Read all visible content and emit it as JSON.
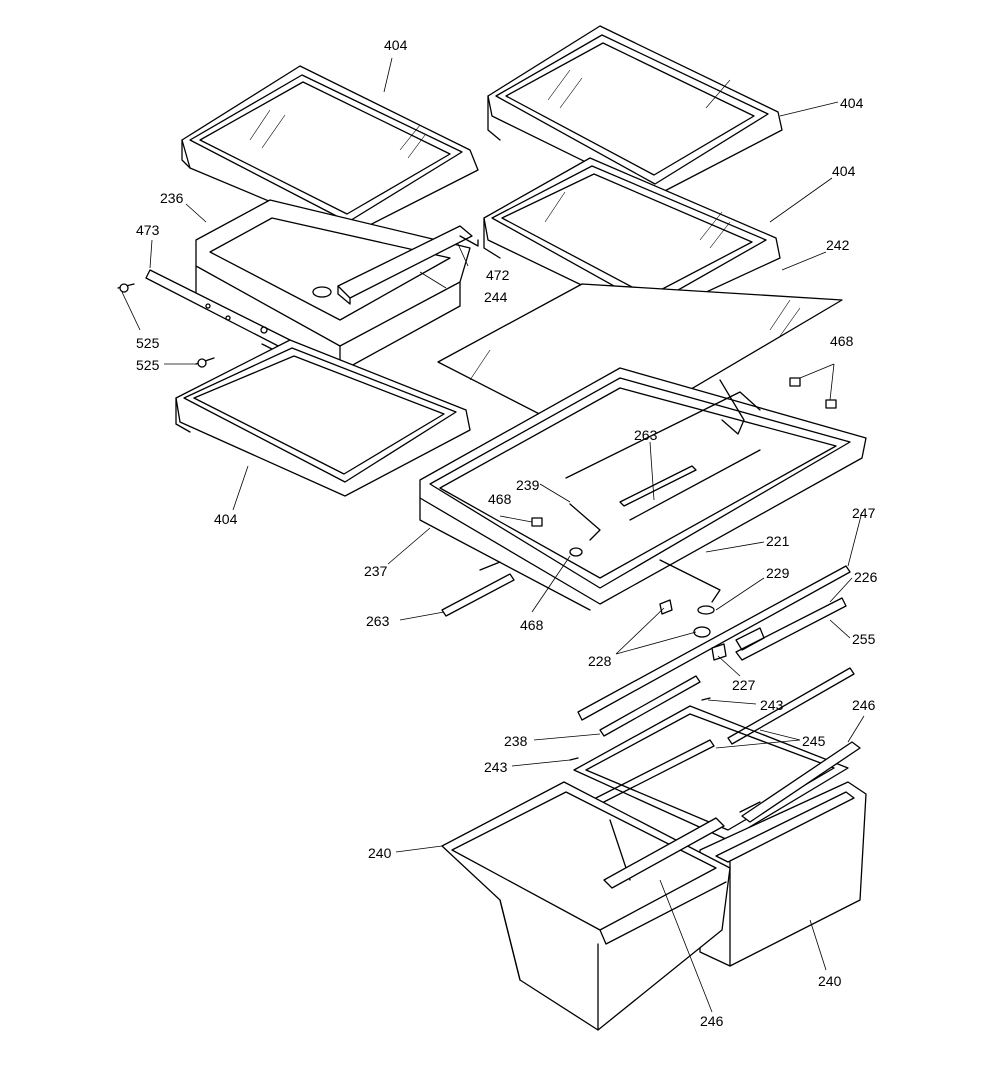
{
  "labels": {
    "l404a": "404",
    "l404b": "404",
    "l404c": "404",
    "l404d": "404",
    "l236": "236",
    "l473": "473",
    "l472": "472",
    "l244": "244",
    "l242": "242",
    "l525a": "525",
    "l525b": "525",
    "l468a": "468",
    "l468b": "468",
    "l468c": "468",
    "l263a": "263",
    "l263b": "263",
    "l239": "239",
    "l237": "237",
    "l221": "221",
    "l247": "247",
    "l229": "229",
    "l226": "226",
    "l255": "255",
    "l228": "228",
    "l227": "227",
    "l243a": "243",
    "l243b": "243",
    "l238": "238",
    "l245": "245",
    "l246a": "246",
    "l246b": "246",
    "l240a": "240",
    "l240b": "240"
  }
}
